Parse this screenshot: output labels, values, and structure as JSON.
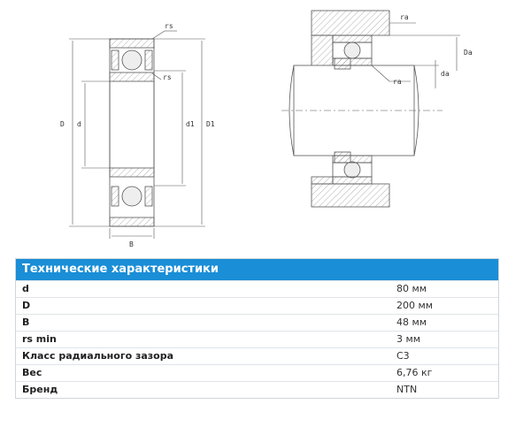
{
  "drawing": {
    "left_labels": {
      "rs_top": "rs",
      "rs_mid": "rs",
      "D": "D",
      "d": "d",
      "d1": "d1",
      "D1": "D1",
      "B": "B"
    },
    "right_labels": {
      "ra_top": "ra",
      "ra_mid": "ra",
      "Da": "Da",
      "da": "da"
    }
  },
  "specs": {
    "title": "Технические характеристики",
    "rows": [
      {
        "label": "d",
        "value": "80 мм"
      },
      {
        "label": "D",
        "value": "200 мм"
      },
      {
        "label": "B",
        "value": "48 мм"
      },
      {
        "label": "rs min",
        "value": "3 мм"
      },
      {
        "label": "Класс радиального зазора",
        "value": "C3"
      },
      {
        "label": "Вес",
        "value": "6,76 кг"
      },
      {
        "label": "Бренд",
        "value": "NTN"
      }
    ]
  }
}
